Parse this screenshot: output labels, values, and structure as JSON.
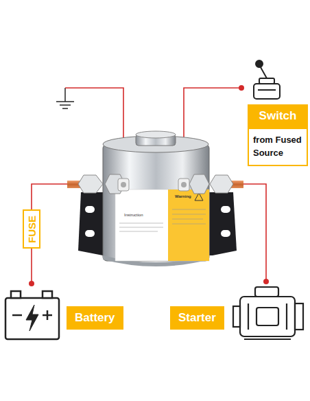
{
  "diagram": {
    "nodes": [
      {
        "text": [
          "Switch",
          "from Fused Source"
        ]
      },
      {
        "text": [
          "FUSE"
        ]
      },
      {
        "text": [
          "Battery"
        ]
      },
      {
        "text": [
          "Starter"
        ]
      }
    ],
    "edges": [
      {
        "from": 2,
        "to": 1,
        "arrow": "none"
      }
    ],
    "labels": [
      "Instruction",
      "Warning"
    ]
  }
}
